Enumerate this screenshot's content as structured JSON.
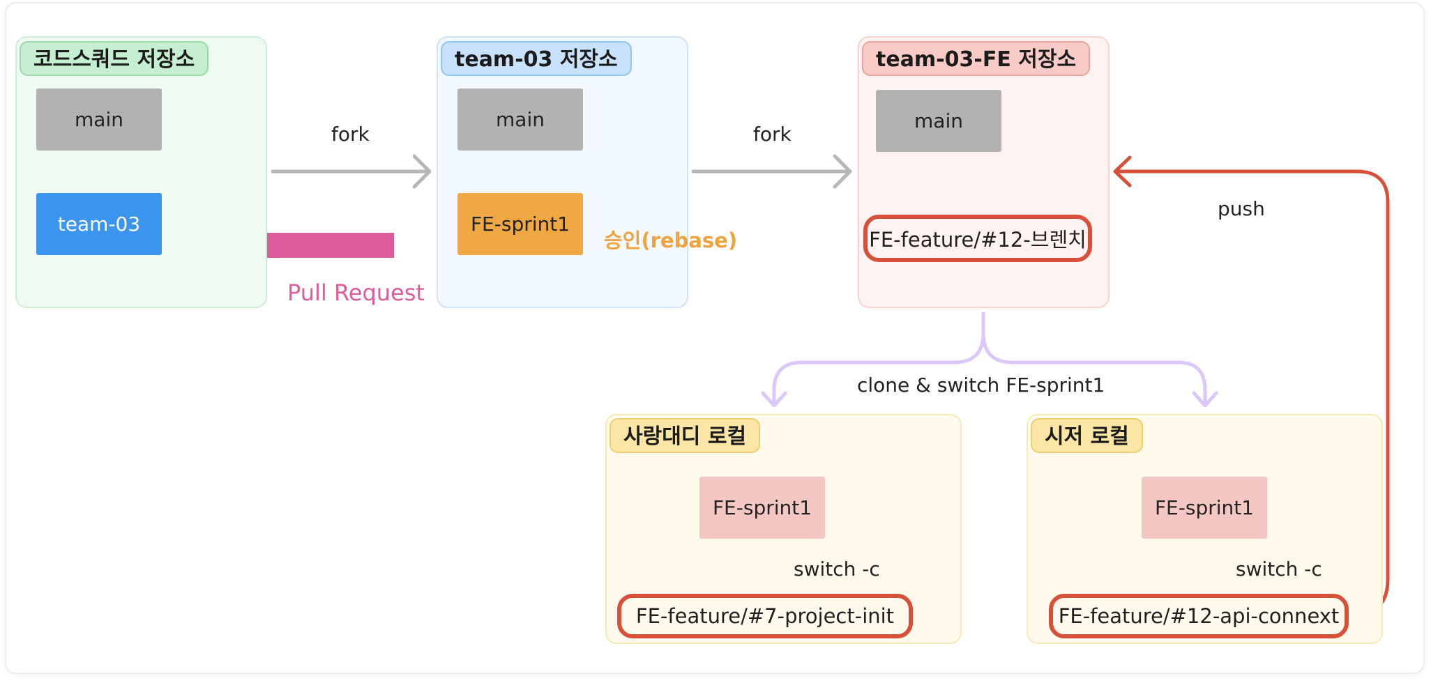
{
  "repos": {
    "codesquad": {
      "tag": "코드스쿼드 저장소",
      "main": "main",
      "branch": "team-03"
    },
    "team03": {
      "tag": "team-03 저장소",
      "main": "main",
      "branch": "FE-sprint1"
    },
    "team03fe": {
      "tag": "team-03-FE 저장소",
      "main": "main",
      "branch": "FE-feature/#12-브렌치"
    }
  },
  "locals": {
    "sarangdaedi": {
      "tag": "사랑대디 로컬",
      "base": "FE-sprint1",
      "switch": "switch -c",
      "branch": "FE-feature/#7-project-init"
    },
    "sijeo": {
      "tag": "시저 로컬",
      "base": "FE-sprint1",
      "switch": "switch -c",
      "branch": "FE-feature/#12-api-connext"
    }
  },
  "edges": {
    "fork1": "fork",
    "fork2": "fork",
    "pull_request": "Pull Request",
    "approve": "승인(rebase)",
    "clone": "clone & switch FE-sprint1",
    "push": "push"
  },
  "colors": {
    "gray_node": "#b2b2b2",
    "blue_node": "#3b95ef",
    "orange_node": "#f0a845",
    "pink_node": "#f4c7c3",
    "pr_arrow": "#dc5c9c",
    "approve_text": "#efa33f",
    "red_outline": "#d9503a",
    "lilac_arrow": "#dcc7fb",
    "blue_arrow": "#3f8ef0",
    "gray_arrow": "#b7b7b7"
  }
}
